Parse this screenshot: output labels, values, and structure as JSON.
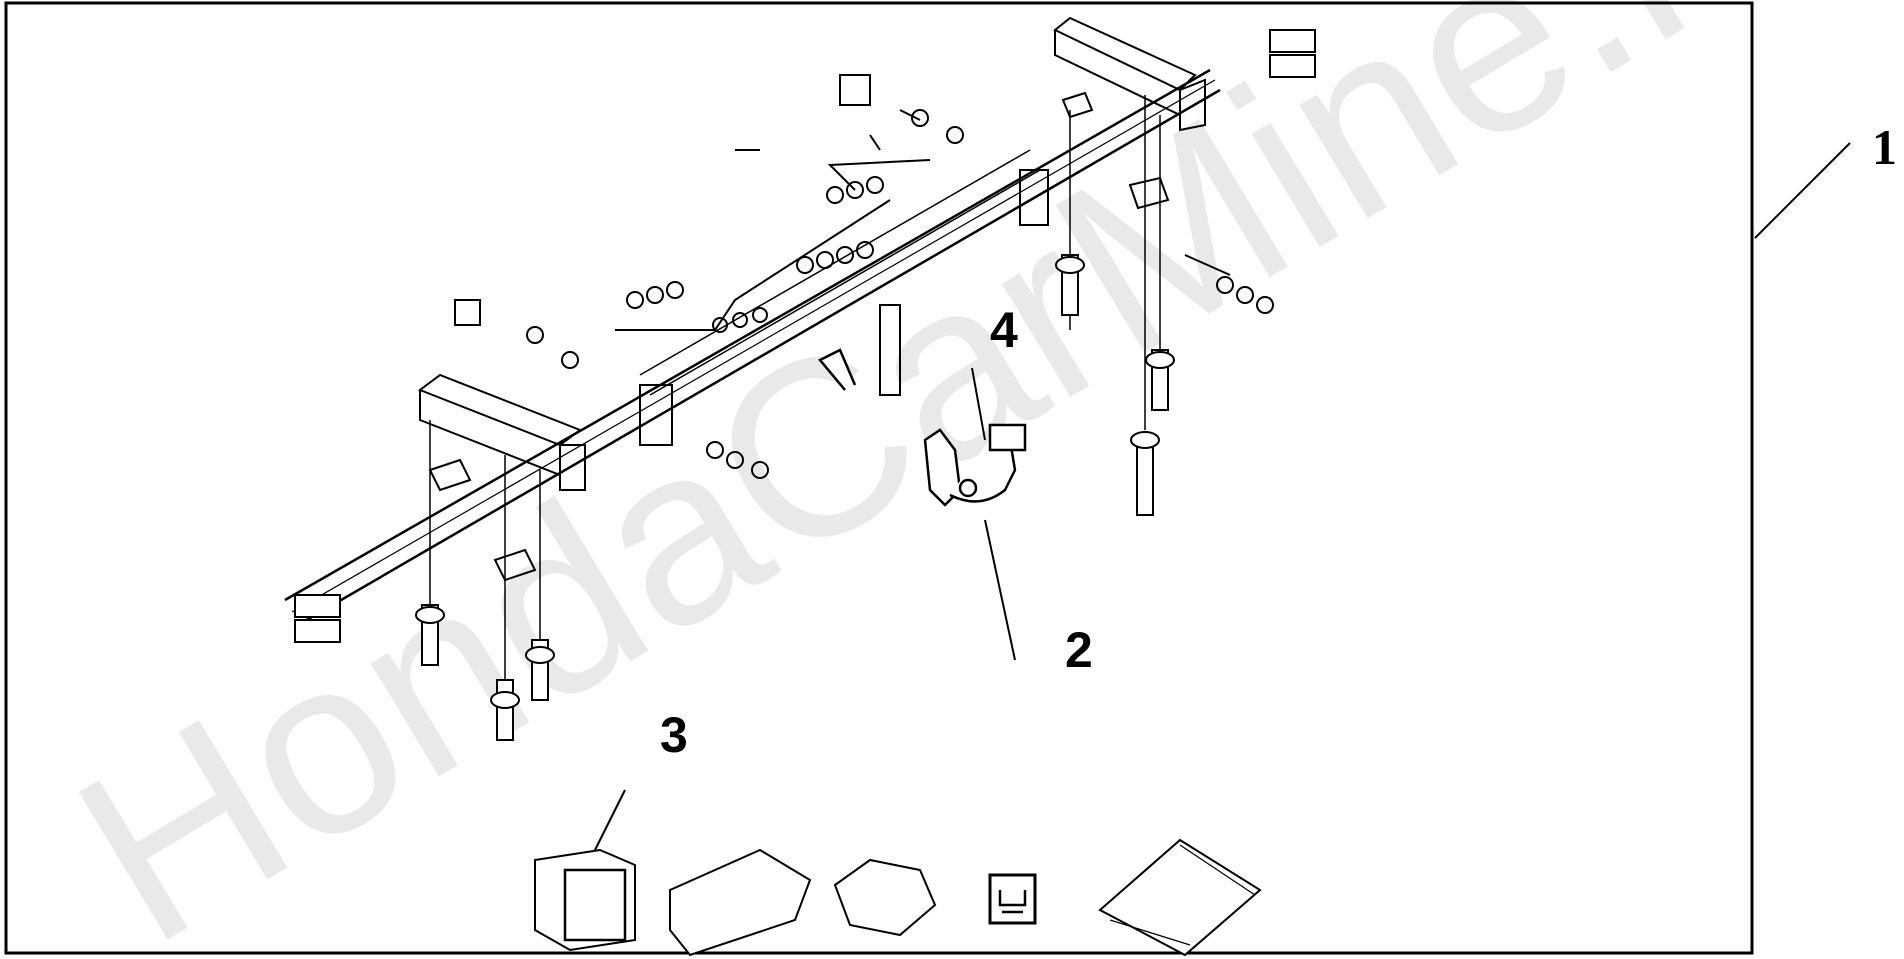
{
  "diagram": {
    "callouts": [
      {
        "id": "1",
        "text": "1"
      },
      {
        "id": "2",
        "text": "2"
      },
      {
        "id": "3",
        "text": "3"
      },
      {
        "id": "4",
        "text": "4"
      }
    ]
  },
  "watermark": {
    "text": "HondaCarMine.ru"
  },
  "colors": {
    "line": "#000000",
    "watermark": "#e9e9e9",
    "background": "#ffffff"
  }
}
